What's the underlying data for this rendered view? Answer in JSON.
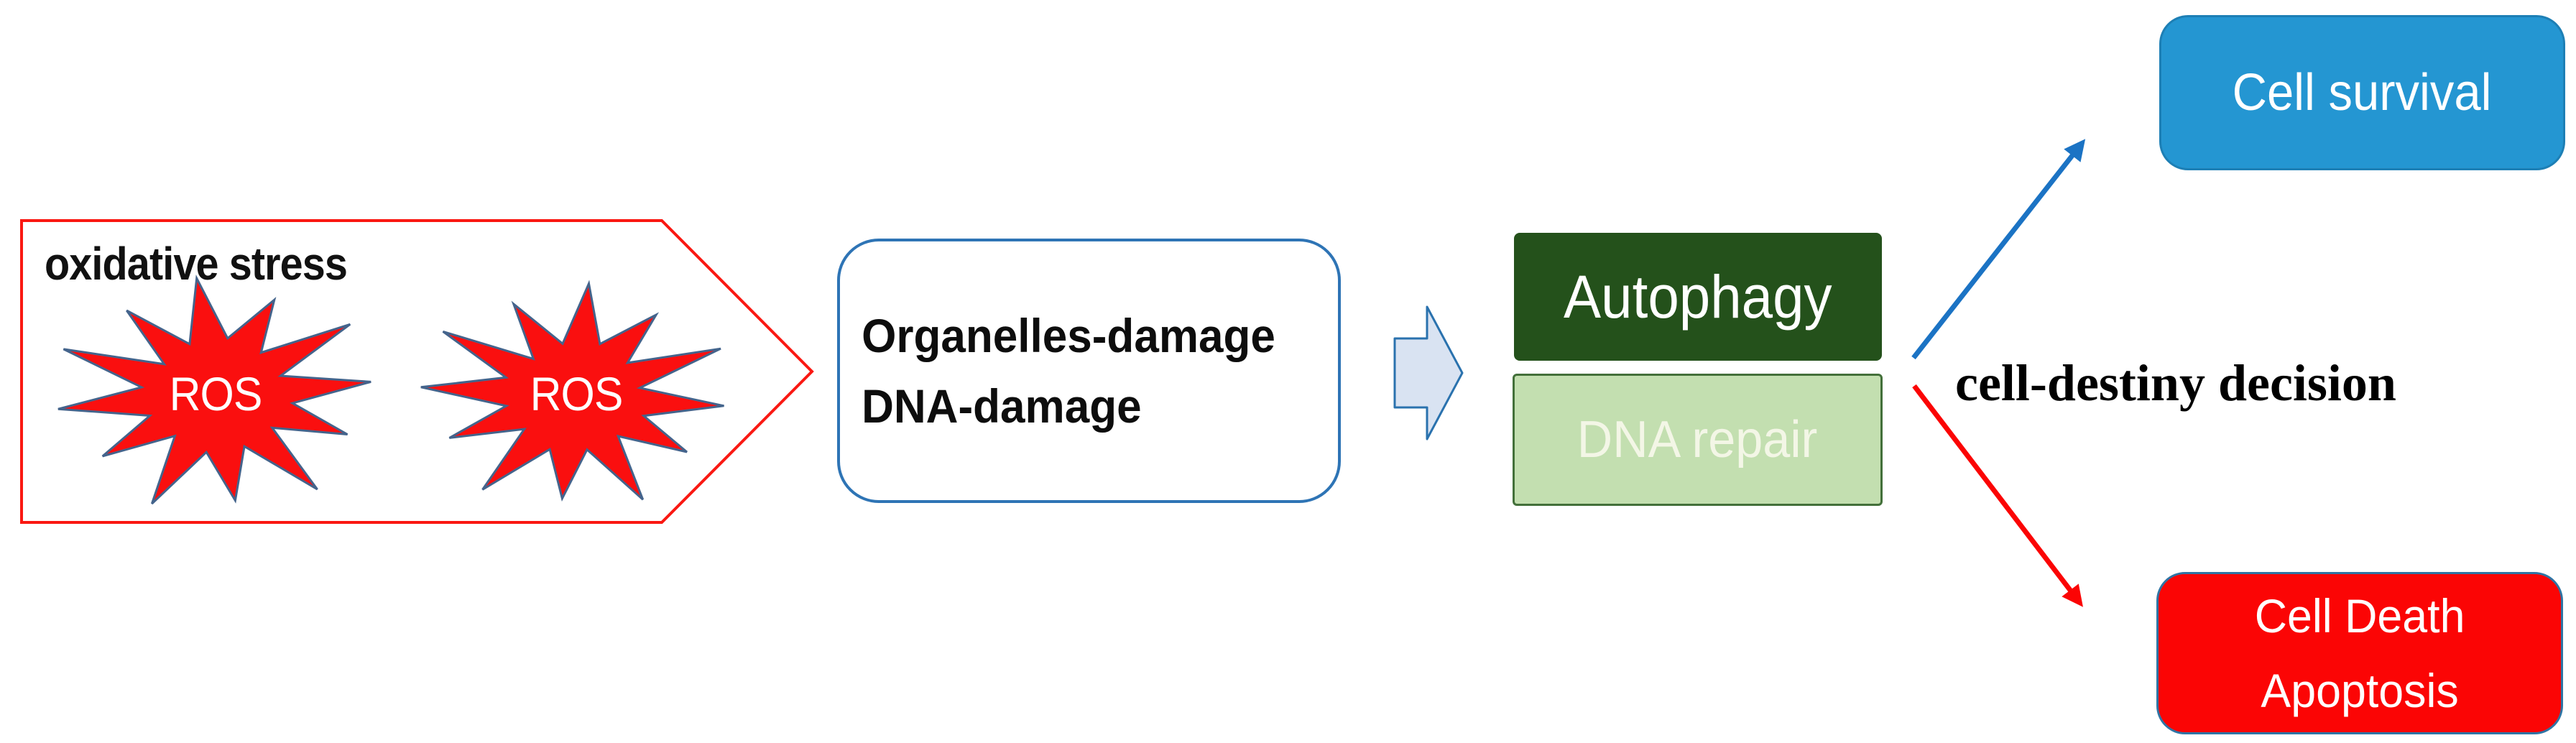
{
  "colors": {
    "red": "#fb0505",
    "pentagon-red": "#fa1812",
    "star-red": "#fa0f0f",
    "star-outline": "#44648c",
    "steel-blue": "#2e74b5",
    "arrow-fill": "#d9e3f2",
    "arrow-stroke": "#2a72ae",
    "dark-green": "#24511b",
    "light-green": "#c3dfb0",
    "light-green-border": "#43703a",
    "box-blue": "#2496d2",
    "line-blue": "#1b73c4",
    "line-red": "#fb0404"
  },
  "stress": {
    "title": "oxidative stress",
    "burst1": "ROS",
    "burst2": "ROS"
  },
  "damage": {
    "line1": "Organelles-damage",
    "line2": "DNA-damage"
  },
  "response": {
    "autophagy": "Autophagy",
    "dna_repair": "DNA repair"
  },
  "decision": {
    "label": "cell-destiny decision"
  },
  "outcome": {
    "survival": "Cell survival",
    "death": {
      "line1": "Cell Death",
      "line2": "Apoptosis"
    }
  }
}
